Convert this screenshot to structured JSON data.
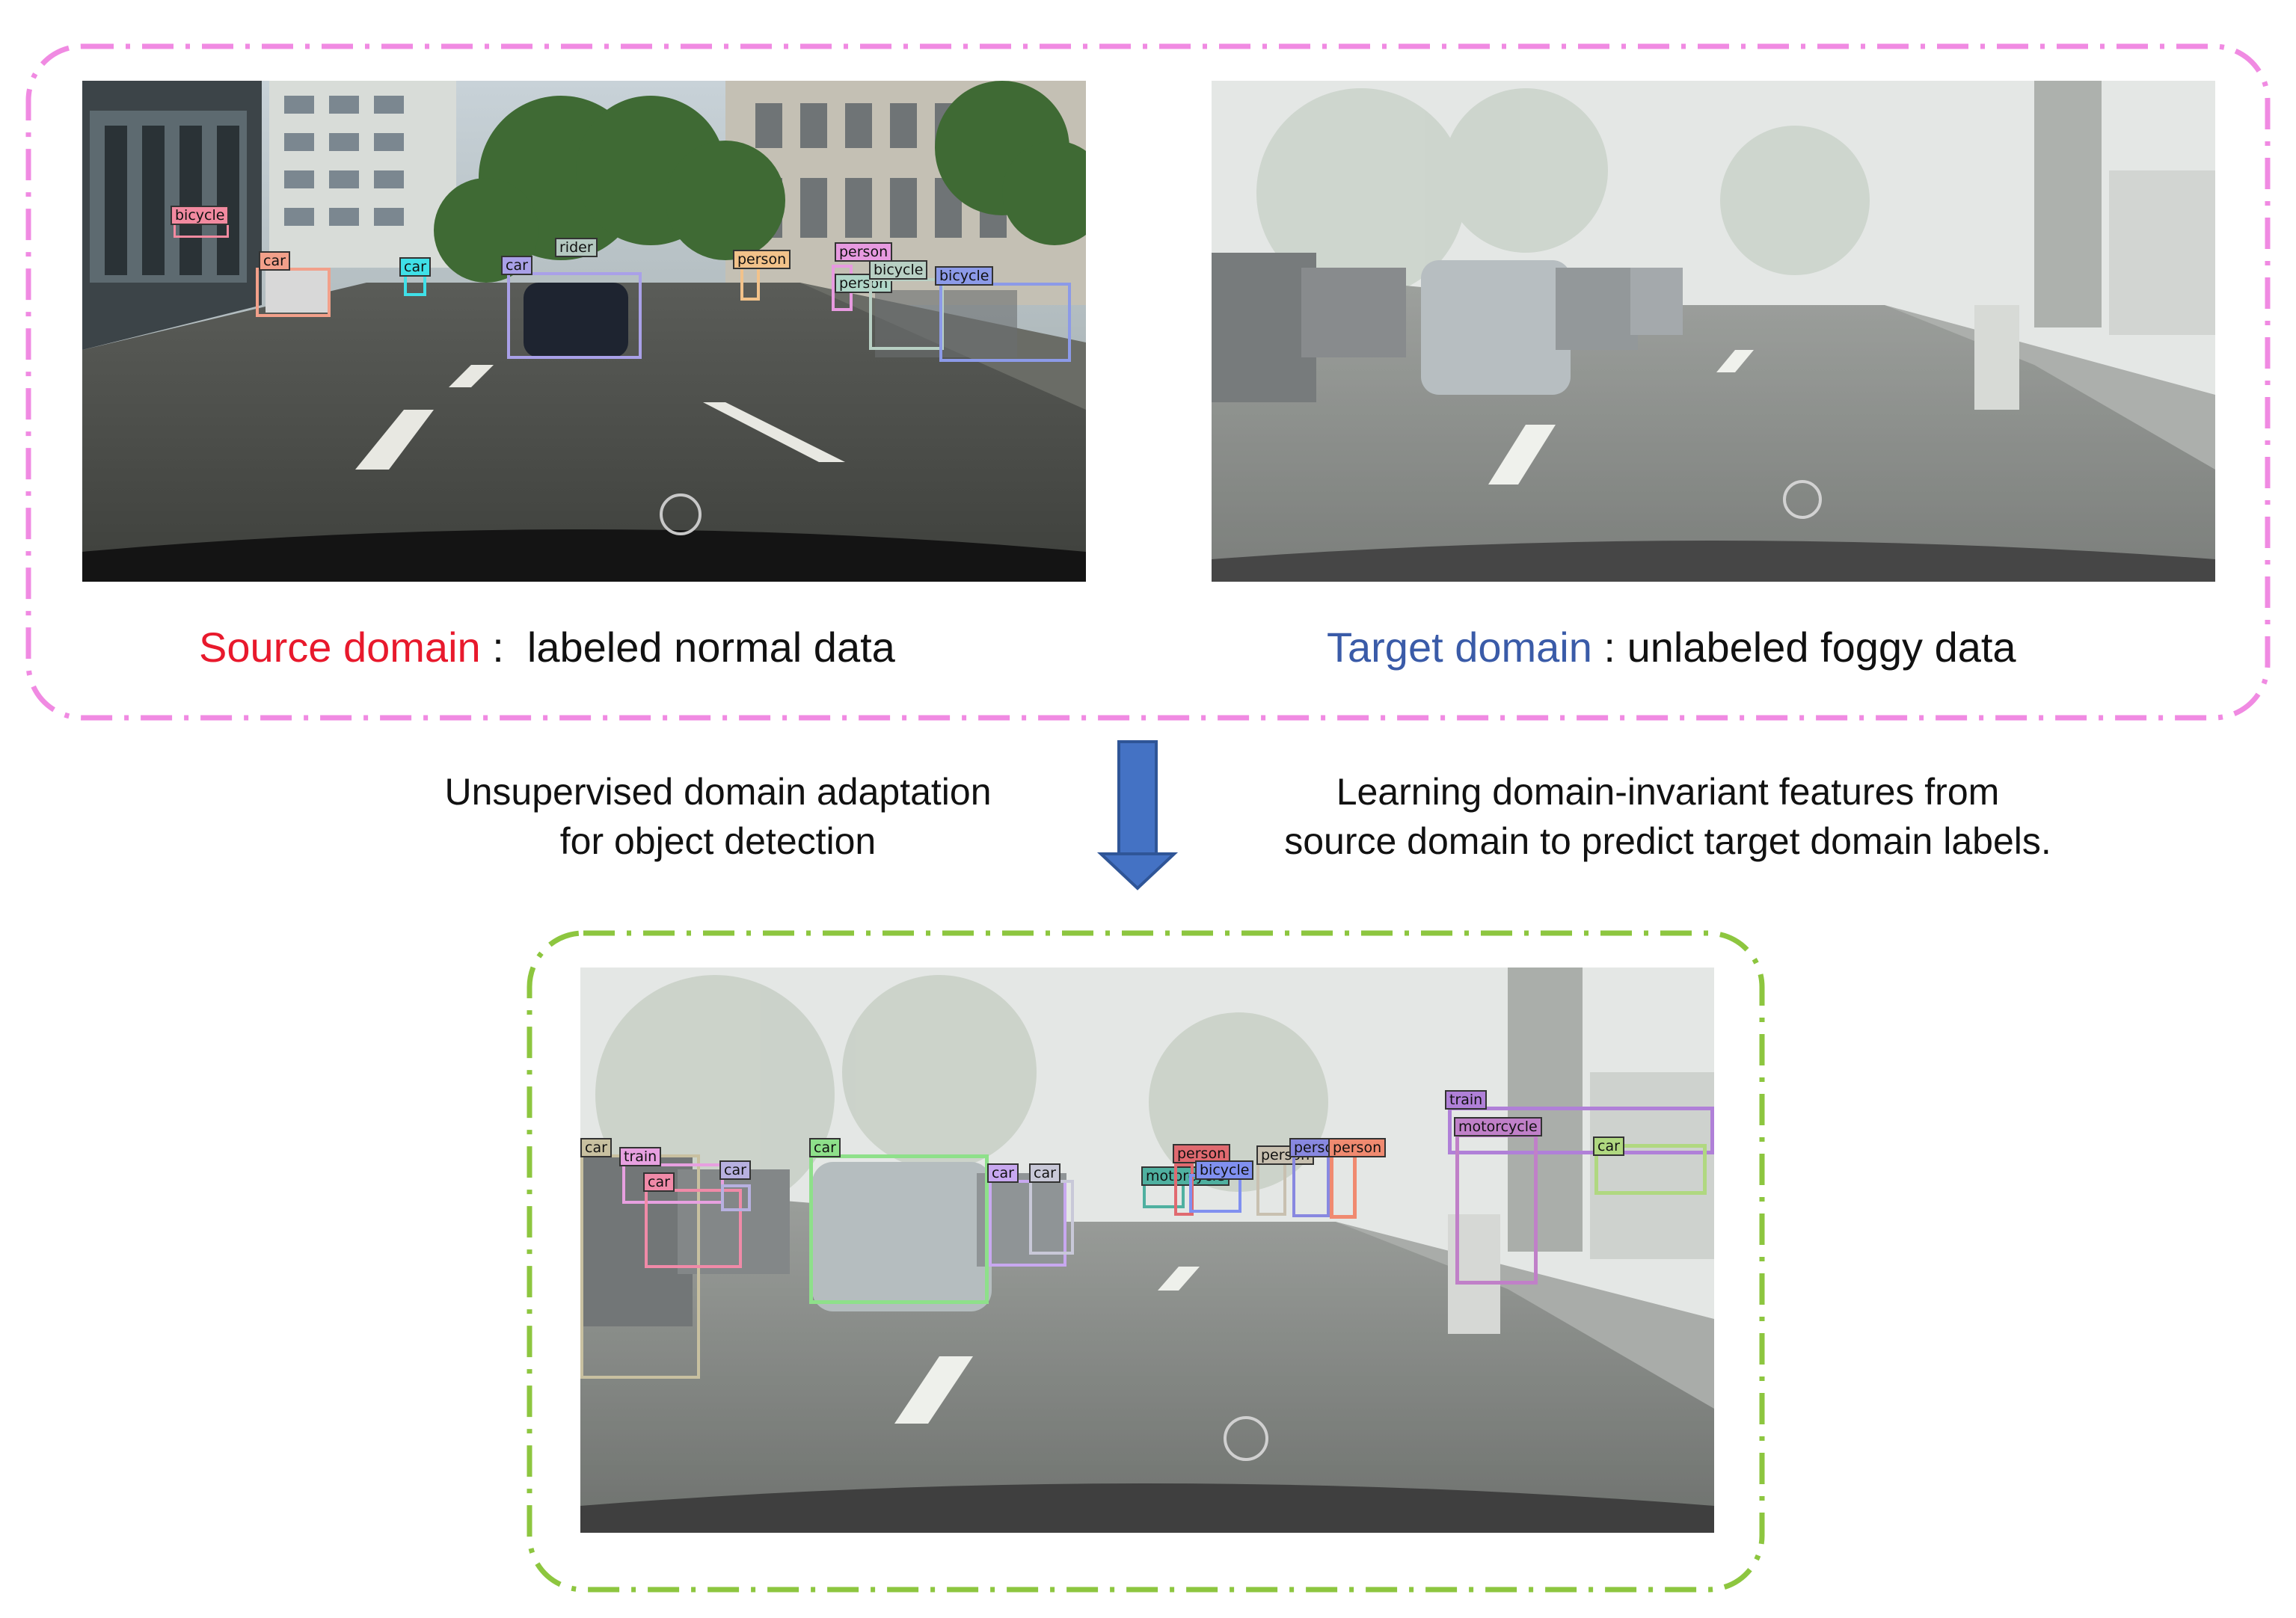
{
  "colors": {
    "source_frame": "#f08ae2",
    "target_frame": "#8dc63f",
    "source_label": "#e8192c",
    "target_label": "#3a5ba8",
    "arrow": "#4472c4"
  },
  "source": {
    "highlight": "Source domain",
    "separator": " :  ",
    "description": "labeled normal data",
    "detections": [
      {
        "label": "bicycle",
        "color": "#f28aa0"
      },
      {
        "label": "car",
        "color": "#f2a08a"
      },
      {
        "label": "car",
        "color": "#3fe0e8"
      },
      {
        "label": "car",
        "color": "#a9a0e8"
      },
      {
        "label": "rider",
        "color": "#b4c8c0"
      },
      {
        "label": "person",
        "color": "#f2c28a"
      },
      {
        "label": "person",
        "color": "#e79ae0"
      },
      {
        "label": "person",
        "color": "#b0d6c8"
      },
      {
        "label": "bicycle",
        "color": "#b8d0c4"
      },
      {
        "label": "bicycle",
        "color": "#8c9ae8"
      }
    ]
  },
  "target": {
    "highlight": "Target domain",
    "separator": " : ",
    "description": "unlabeled foggy data"
  },
  "arrow": {
    "left_line1": "Unsupervised domain adaptation",
    "left_line2": "for object detection",
    "right_line1": "Learning domain-invariant features from",
    "right_line2": "source domain to predict target domain labels."
  },
  "result": {
    "detections": [
      {
        "label": "car",
        "color": "#c8c0a0"
      },
      {
        "label": "train",
        "color": "#e7a0e0"
      },
      {
        "label": "car",
        "color": "#f08aa8"
      },
      {
        "label": "car",
        "color": "#b7b0e0"
      },
      {
        "label": "car",
        "color": "#8ee08a"
      },
      {
        "label": "car",
        "color": "#c8a8f0"
      },
      {
        "label": "car",
        "color": "#c8c8d8"
      },
      {
        "label": "motorcycle",
        "color": "#4fb0a0"
      },
      {
        "label": "person",
        "color": "#e06a70"
      },
      {
        "label": "bicycle",
        "color": "#8090f0"
      },
      {
        "label": "person",
        "color": "#c8c0b0"
      },
      {
        "label": "person",
        "color": "#8888e0"
      },
      {
        "label": "person",
        "color": "#f08a70"
      },
      {
        "label": "train",
        "color": "#b080d8"
      },
      {
        "label": "motorcycle",
        "color": "#c080c8"
      },
      {
        "label": "car",
        "color": "#b0d880"
      }
    ]
  }
}
